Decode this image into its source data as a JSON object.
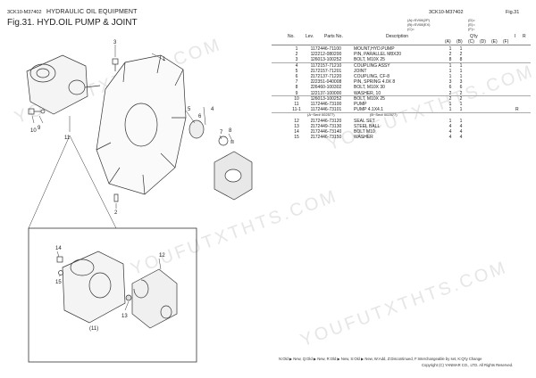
{
  "header": {
    "code": "3CK10-M37402",
    "category": "HYDRAULIC OIL EQUIPMENT",
    "title": "Fig.31.  HYD.OIL PUMP & JOINT",
    "right_code": "3CK10-M37402",
    "fig_ref": "Fig.31"
  },
  "legend": {
    "left_lines": [
      "(A)=SV08(2P)",
      "(B)=SV08(EX)",
      "(C)="
    ],
    "right_lines": [
      "(D)=",
      "(E)=",
      "(F)="
    ]
  },
  "table": {
    "col_no": "No.",
    "col_lev": "Lev.",
    "col_parts": "Parts No.",
    "col_desc": "Description",
    "col_qty": "Q'ty",
    "col_i": "I",
    "col_r": "R",
    "qty_cols": [
      "(A)",
      "(B)",
      "(C)",
      "(D)",
      "(E)",
      "(F)"
    ],
    "rows": [
      {
        "no": "1",
        "lev": "1",
        "pn": "172446-71100",
        "desc": "MOUNT,HYD.PUMP",
        "a": "1",
        "b": "1",
        "r": ""
      },
      {
        "no": "2",
        "lev": "1",
        "pn": "22212-080200",
        "desc": "PIN, PARALLEL M8X20",
        "a": "2",
        "b": "2",
        "r": ""
      },
      {
        "no": "3",
        "lev": "1",
        "pn": "26013-100252",
        "desc": "BOLT, M10X 25",
        "a": "8",
        "b": "8",
        "r": ""
      },
      {
        "no": "4",
        "lev": "1",
        "pn": "172157-71210",
        "desc": "COUPLING ASSY",
        "a": "1",
        "b": "1",
        "r": ""
      },
      {
        "no": "5",
        "lev": "2",
        "pn": "172157-71201",
        "desc": "JOINT",
        "a": "1",
        "b": "1",
        "r": ""
      },
      {
        "no": "6",
        "lev": "2",
        "pn": "172137-71220",
        "desc": "COUPLING, CF-8",
        "a": "1",
        "b": "1",
        "r": ""
      },
      {
        "no": "7",
        "lev": "2",
        "pn": "22351-040008",
        "desc": "PIN, SPRING 4.0X 8",
        "a": "3",
        "b": "3",
        "r": ""
      },
      {
        "no": "8",
        "lev": "2",
        "pn": "26460-100302",
        "desc": "BOLT, M10X 30",
        "a": "6",
        "b": "6",
        "r": ""
      },
      {
        "no": "9",
        "lev": "1",
        "pn": "22137-100000",
        "desc": "WASHER, 10",
        "a": "2",
        "b": "2",
        "r": ""
      },
      {
        "no": "10",
        "lev": "1",
        "pn": "26013-100252",
        "desc": "BOLT, M10X 25",
        "a": "2",
        "b": "2",
        "r": ""
      },
      {
        "no": "11",
        "lev": "1",
        "pn": "172446-73100",
        "desc": "PUMP",
        "a": "1",
        "b": "1",
        "r": ""
      },
      {
        "no": "11-1",
        "lev": "1",
        "pn": "172446-73101",
        "desc": "PUMP 4.1X4.1",
        "a": "1",
        "b": "1",
        "r": "R"
      },
      {
        "no": "12",
        "lev": "2",
        "pn": "172446-73120",
        "desc": "SEAL SET",
        "a": "1",
        "b": "1",
        "r": ""
      },
      {
        "no": "13",
        "lev": "2",
        "pn": "172449-73130",
        "desc": "STEEL BALL",
        "a": "4",
        "b": "4",
        "r": ""
      },
      {
        "no": "14",
        "lev": "2",
        "pn": "172446-73140",
        "desc": "BOLT M10",
        "a": "4",
        "b": "4",
        "r": ""
      },
      {
        "no": "15",
        "lev": "2",
        "pn": "172446-73150",
        "desc": "WASHER",
        "a": "4",
        "b": "4",
        "r": ""
      }
    ],
    "range_note_left": "(A~Ser# 002577)",
    "range_note_right": "(B~Ser# 002577)"
  },
  "callouts": [
    "1",
    "2",
    "3",
    "4",
    "5",
    "6",
    "7",
    "8",
    "9",
    "10",
    "11",
    "11",
    "12",
    "13",
    "14",
    "15",
    "(11)"
  ],
  "footer": {
    "legend": "N:Old ▶ New,  Q:Old ▶ New,  R:Old ▶ New,  S:Old ▶ New,  W:Add,  Z:Discontinued,  F:Interchangeable by set,  K:Q'ty Change",
    "copyright": "Copyright (C)  YANMAR CO., LTD. All Rights Reserved."
  },
  "watermark": "YOUFUTXTHTS.COM"
}
